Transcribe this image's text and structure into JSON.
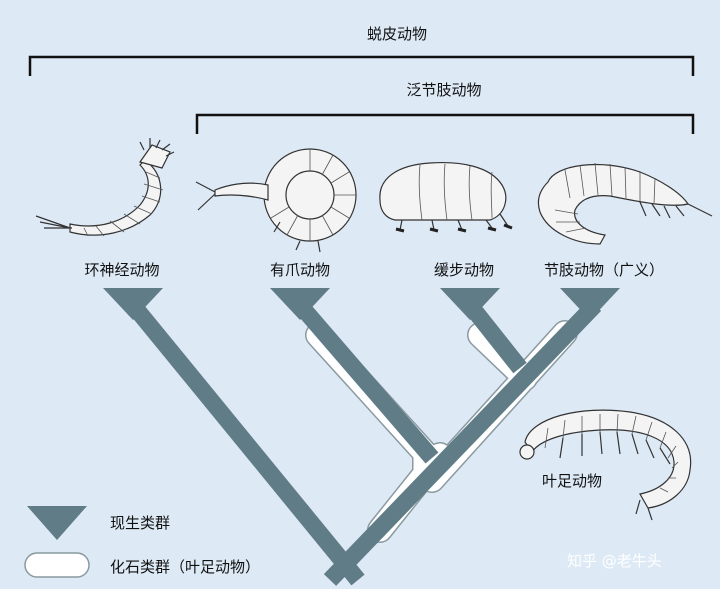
{
  "brackets": {
    "ecdysozoa": "蜕皮动物",
    "panarthropoda": "泛节肢动物"
  },
  "taxa": [
    {
      "label": "环神经动物"
    },
    {
      "label": "有爪动物"
    },
    {
      "label": "缓步动物"
    },
    {
      "label": "节肢动物（广义）"
    }
  ],
  "fossil_group": {
    "label": "叶足动物"
  },
  "legend": {
    "living": "现生类群",
    "fossil": "化石类群（叶足动物）"
  },
  "watermark": "知乎 @老牛头",
  "colors": {
    "background": "#dde9f5",
    "living_branch": "#5f7c87",
    "fossil_branch_fill": "#ffffff",
    "fossil_branch_stroke": "#8a9aa0",
    "bracket": "#111111"
  }
}
